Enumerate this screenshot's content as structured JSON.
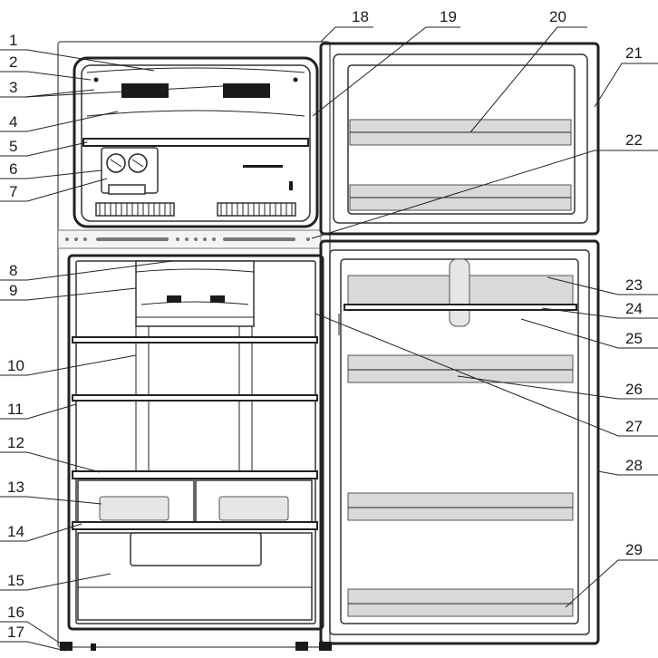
{
  "figure": {
    "callouts": [
      "1",
      "2",
      "3",
      "4",
      "5",
      "6",
      "7",
      "8",
      "9",
      "10",
      "11",
      "12",
      "13",
      "14",
      "15",
      "16",
      "17",
      "18",
      "19",
      "20",
      "21",
      "22",
      "23",
      "24",
      "25",
      "26",
      "27",
      "28",
      "29"
    ]
  },
  "colors": {
    "line": "#222222",
    "bin_fill": "#d9d9d9",
    "background": "#ffffff"
  }
}
